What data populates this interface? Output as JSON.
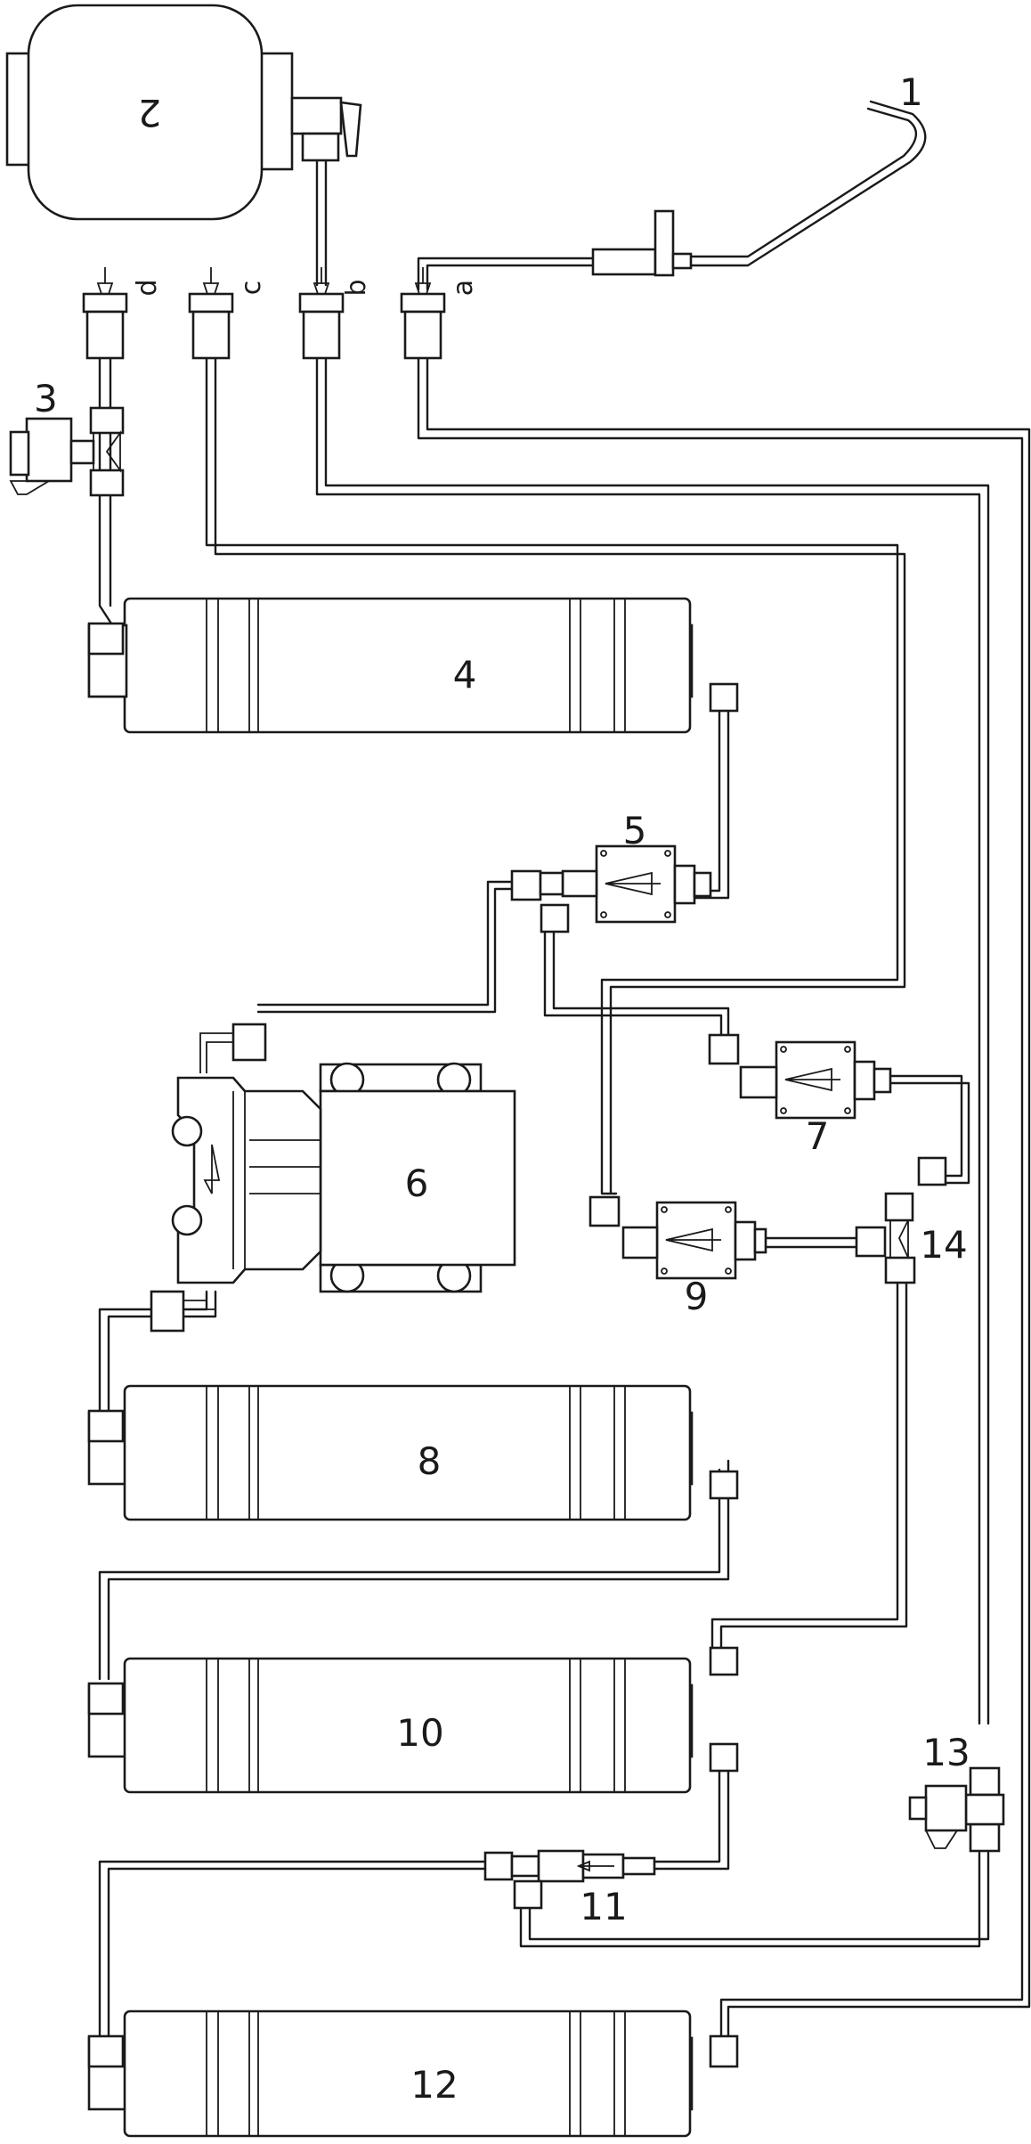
{
  "labels": {
    "c1": "1",
    "c2": "2",
    "c3": "3",
    "c4": "4",
    "c5": "5",
    "c6": "6",
    "c7": "7",
    "c8": "8",
    "c9": "9",
    "c10": "10",
    "c11": "11",
    "c12": "12",
    "c13": "13",
    "c14": "14"
  },
  "ports": {
    "p1": "d",
    "p2": "c",
    "p3": "b",
    "p4": "a"
  },
  "colors": {
    "line": "#1a1a1a",
    "background": "#ffffff"
  }
}
